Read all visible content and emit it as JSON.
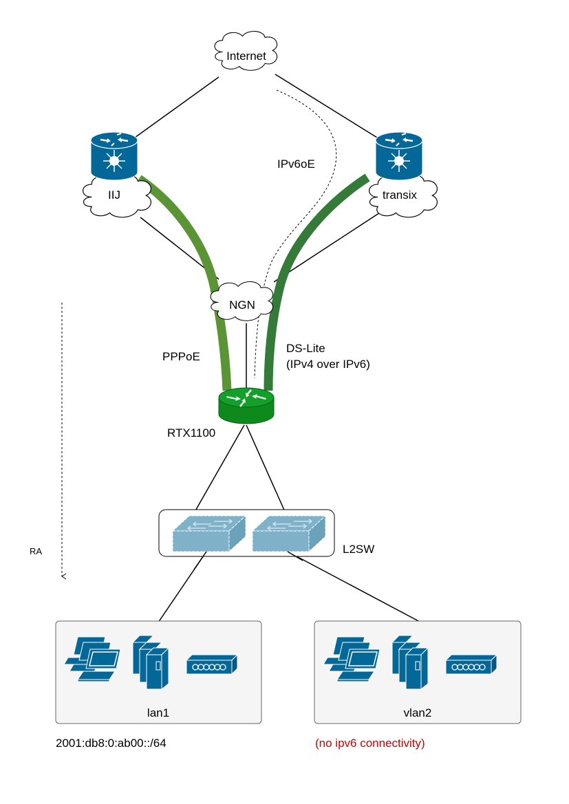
{
  "diagram": {
    "title": "Network topology: IIJ PPPoE + transix DS-Lite via NGN",
    "nodes": {
      "internet": {
        "label": "Internet",
        "type": "cloud"
      },
      "iij": {
        "label": "IIJ",
        "type": "isp-router-cloud"
      },
      "transix": {
        "label": "transix",
        "type": "isp-router-cloud"
      },
      "ngn": {
        "label": "NGN",
        "type": "cloud"
      },
      "router": {
        "label": "RTX1100",
        "type": "router"
      },
      "l2sw": {
        "label": "L2SW",
        "type": "switch-group"
      },
      "lan1": {
        "label": "lan1",
        "type": "network-segment",
        "note": "2001:db8:0:ab00::/64"
      },
      "vlan2": {
        "label": "vlan2",
        "type": "network-segment",
        "note": "(no ipv6 connectivity)"
      }
    },
    "links": {
      "pppoe": {
        "label": "PPPoE",
        "color": "#5a9435"
      },
      "dslite": {
        "label_line1": "DS-Lite",
        "label_line2": "(IPv4 over IPv6)",
        "color": "#347a38"
      },
      "ipv6oe": {
        "label": "IPv6oE",
        "style": "dashed"
      },
      "ra": {
        "label": "RA",
        "style": "dashed-arrow"
      }
    },
    "colors": {
      "device_blue": "#036897",
      "router_green": "#0e8a1d",
      "switch_light_blue": "#7fb2c9",
      "segment_bg": "#f5f5f5",
      "note_red": "#cc0000"
    }
  }
}
